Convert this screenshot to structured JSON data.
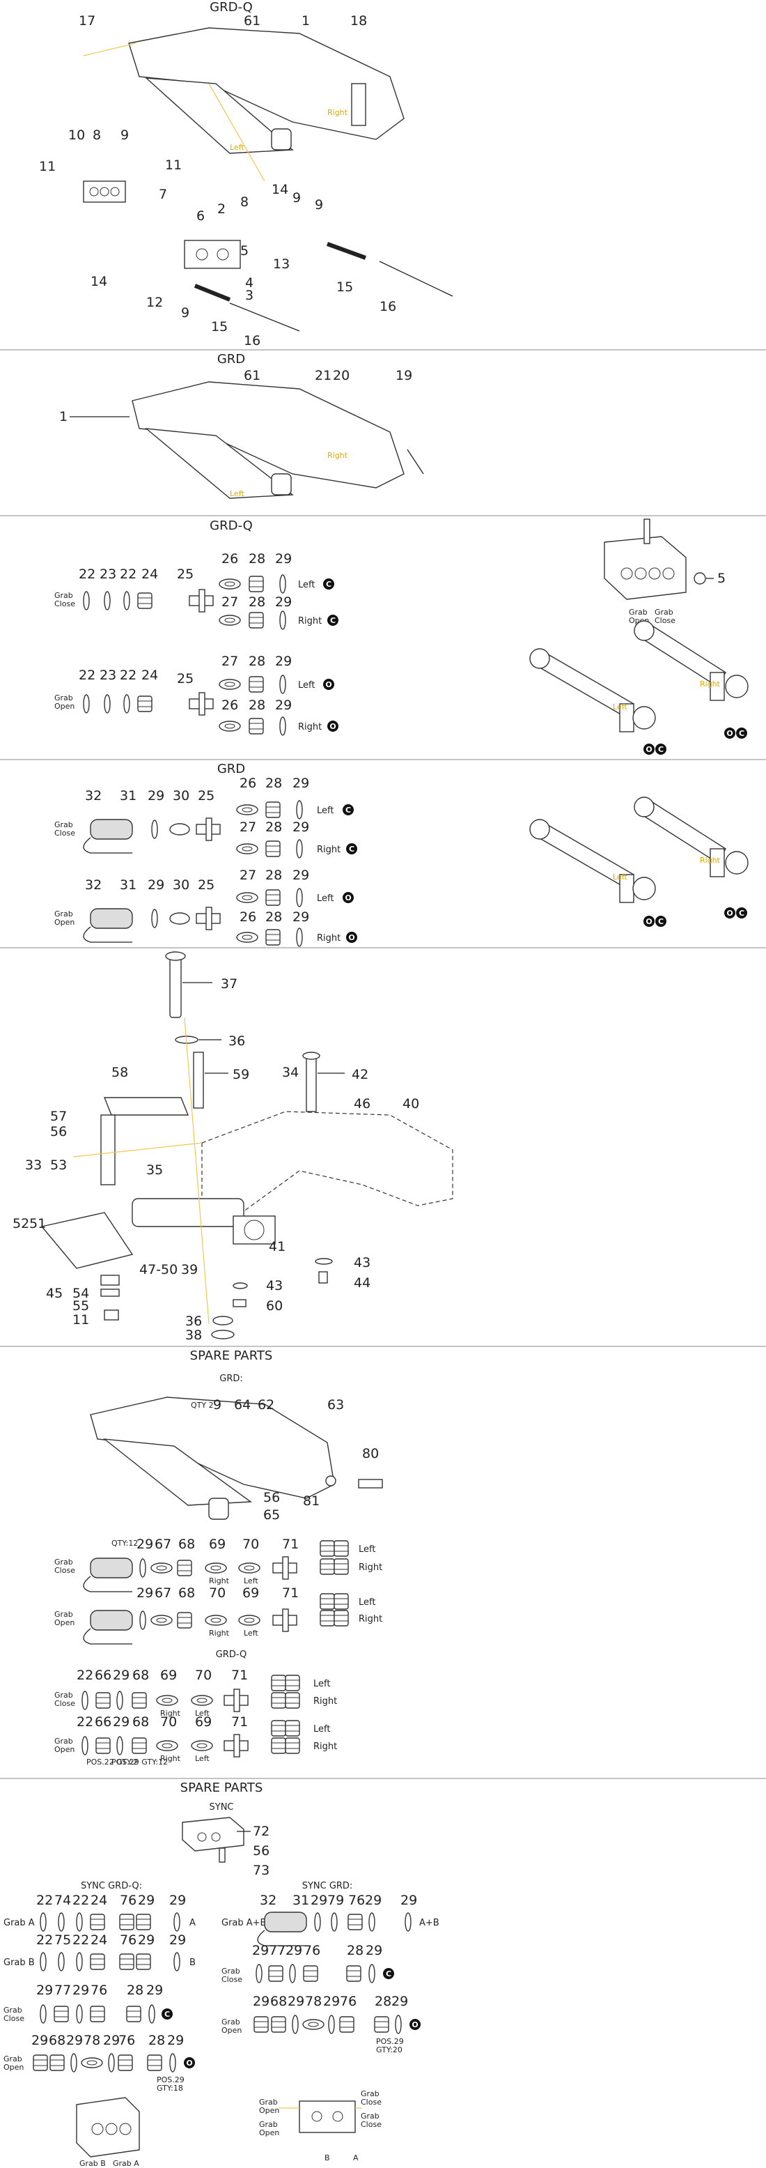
{
  "sections": {
    "s1": {
      "title": "GRD-Q",
      "callouts": [
        "17",
        "61",
        "1",
        "18",
        "10",
        "8",
        "9",
        "11",
        "11",
        "7",
        "6",
        "8",
        "14",
        "9",
        "9",
        "2",
        "13",
        "5",
        "4",
        "3",
        "15",
        "14",
        "12",
        "9",
        "15",
        "16",
        "16"
      ],
      "side_right": "Right",
      "side_left": "Left"
    },
    "s2": {
      "title": "GRD",
      "callouts": [
        "61",
        "21",
        "20",
        "19",
        "1"
      ],
      "side_right": "Right",
      "side_left": "Left"
    },
    "s3": {
      "title": "GRD-Q",
      "close_label": "Grab Close",
      "open_label": "Grab Open",
      "row1_nums": [
        "22",
        "23",
        "22",
        "24",
        "25",
        "26",
        "28",
        "29",
        "27",
        "28",
        "29"
      ],
      "row2_nums": [
        "22",
        "23",
        "22",
        "24",
        "25",
        "27",
        "28",
        "29",
        "26",
        "28",
        "29"
      ],
      "left": "Left",
      "right": "Right",
      "valve_callout": "5",
      "valve_open": "Grab Open",
      "valve_close": "Grab Close"
    },
    "s4": {
      "title": "GRD",
      "row1_nums": [
        "32",
        "31",
        "29",
        "30",
        "25",
        "26",
        "28",
        "29",
        "27",
        "28",
        "29"
      ],
      "row2_nums": [
        "32",
        "31",
        "29",
        "30",
        "25",
        "27",
        "28",
        "29",
        "26",
        "28",
        "29"
      ],
      "left": "Left",
      "right": "Right",
      "close_label": "Grab Close",
      "open_label": "Grab Open"
    },
    "s5": {
      "callouts": [
        "37",
        "36",
        "59",
        "58",
        "34",
        "42",
        "46",
        "40",
        "57",
        "56",
        "53",
        "35",
        "33",
        "52",
        "51",
        "41",
        "43",
        "44",
        "45",
        "54",
        "55",
        "11",
        "47-50",
        "39",
        "43",
        "60",
        "36",
        "38"
      ]
    },
    "s6": {
      "title": "SPARE PARTS",
      "sub_grd": "GRD:",
      "qty2": "QTY 2",
      "top_callouts": [
        "9",
        "64",
        "62",
        "63",
        "80",
        "56",
        "65",
        "81"
      ],
      "grd_row1": [
        "29",
        "67",
        "68",
        "69",
        "70",
        "71"
      ],
      "grd_row2": [
        "29",
        "67",
        "68",
        "70",
        "69",
        "71"
      ],
      "qty12": "QTY:12",
      "right_word": "Right",
      "left_word": "Left",
      "sub_grdq": "GRD-Q",
      "q_row1": [
        "22",
        "66",
        "29",
        "68",
        "69",
        "70",
        "71"
      ],
      "q_row2": [
        "22",
        "66",
        "29",
        "68",
        "70",
        "69",
        "71"
      ],
      "pos_note_a": "POS.22 GTY:2",
      "pos_note_b": "POS.29 GTY:12",
      "close_label": "Grab Close",
      "open_label": "Grab Open",
      "left": "Left",
      "right": "Right"
    },
    "s7": {
      "title": "SPARE PARTS",
      "sub_sync": "SYNC",
      "sync_callouts": [
        "72",
        "56",
        "73"
      ],
      "sub_sync_grdq": "SYNC GRD-Q:",
      "sub_sync_grd": "SYNC GRD:",
      "grab_a": "Grab A",
      "grab_b": "Grab B",
      "grab_ab": "Grab A+B",
      "rowA": [
        "22",
        "74",
        "22",
        "24",
        "76",
        "29",
        "29"
      ],
      "rowB": [
        "22",
        "75",
        "22",
        "24",
        "76",
        "29",
        "29"
      ],
      "rowC": [
        "29",
        "77",
        "29",
        "76",
        "28",
        "29"
      ],
      "rowD": [
        "29",
        "68",
        "29",
        "78",
        "29",
        "76",
        "28",
        "29"
      ],
      "rA_grd": [
        "32",
        "31",
        "29",
        "79",
        "76",
        "29",
        "29"
      ],
      "rC_grd": [
        "29",
        "77",
        "29",
        "76",
        "28",
        "29"
      ],
      "rD_grd": [
        "29",
        "68",
        "29",
        "78",
        "29",
        "76",
        "28",
        "29"
      ],
      "letter_a": "A",
      "letter_b": "B",
      "letter_ab": "A+B",
      "close_label": "Grab Close",
      "open_label": "Grab Open",
      "pos29_18": "POS.29 GTY:18",
      "pos29_20": "POS.29 GTY:20",
      "bottom_grab_b": "Grab B",
      "bottom_grab_a": "Grab A",
      "bottom_b": "B",
      "bottom_a": "A"
    }
  },
  "badges": {
    "close": "C",
    "open": "O"
  }
}
